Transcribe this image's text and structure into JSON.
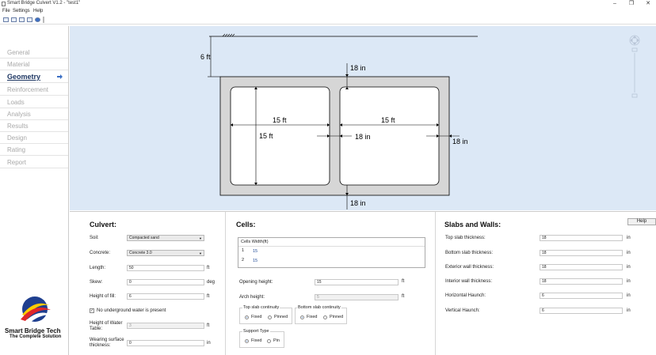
{
  "window": {
    "title": "Smart Bridge Culvert V1.2 - \"test1\""
  },
  "menu": {
    "file": "File",
    "settings": "Settings",
    "help": "Help"
  },
  "sidebar": {
    "items": [
      {
        "label": "General"
      },
      {
        "label": "Material"
      },
      {
        "label": "Geometry"
      },
      {
        "label": "Reinforcement"
      },
      {
        "label": "Loads"
      },
      {
        "label": "Analysis"
      },
      {
        "label": "Results"
      },
      {
        "label": "Design"
      },
      {
        "label": "Rating"
      },
      {
        "label": "Report"
      }
    ],
    "active": "Geometry",
    "logo_name": "Smart Bridge Tech",
    "logo_tagline": "The Complete Solution"
  },
  "drawing": {
    "fill_height": "6 ft",
    "top_slab": "18 in",
    "cell1_width": "15 ft",
    "cell2_width": "15 ft",
    "cell_height": "15 ft",
    "interior_wall": "18 in",
    "exterior_wall": "18 in",
    "bottom_slab": "18 in"
  },
  "culvert": {
    "title": "Culvert:",
    "soil_label": "Soil:",
    "soil_value": "Compacted sand",
    "concrete_label": "Concrete:",
    "concrete_value": "Concrete 3.0",
    "length_label": "Length:",
    "length_value": "50",
    "length_unit": "ft",
    "skew_label": "Skew:",
    "skew_value": "0",
    "skew_unit": "deg",
    "fill_label": "Height of fill:",
    "fill_value": "6",
    "fill_unit": "ft",
    "no_water_label": "No underground water is present",
    "water_label": "Height of Water Table:",
    "water_value": "3",
    "water_unit": "ft",
    "wearing_label": "Wearing surface thickness:",
    "wearing_value": "0",
    "wearing_unit": "in"
  },
  "cells": {
    "title": "Cells:",
    "header": "Cells Width(ft)",
    "rows": [
      {
        "idx": "1",
        "value": "15"
      },
      {
        "idx": "2",
        "value": "15"
      }
    ],
    "opening_label": "Opening height:",
    "opening_value": "15",
    "opening_unit": "ft",
    "arch_label": "Arch height:",
    "arch_value": "5",
    "arch_unit": "ft",
    "top_cont_title": "Top slab continuity",
    "bottom_cont_title": "Bottom slab continuity",
    "fixed": "Fixed",
    "pinned": "Pinned",
    "support_title": "Support Type",
    "support_fixed": "Fixed",
    "support_pin": "Pin"
  },
  "slabs": {
    "title": "Slabs and Walls:",
    "help_label": "Help",
    "top_label": "Top slab thickness:",
    "top_value": "18",
    "bottom_label": "Bottom slab thickness:",
    "bottom_value": "18",
    "ext_label": "Exterior wall thickness:",
    "ext_value": "18",
    "int_label": "Interior wall thickness:",
    "int_value": "18",
    "hhaunch_label": "Horizontal Haunch:",
    "hhaunch_value": "6",
    "vhaunch_label": "Vertical Haunch:",
    "vhaunch_value": "6",
    "unit": "in"
  }
}
